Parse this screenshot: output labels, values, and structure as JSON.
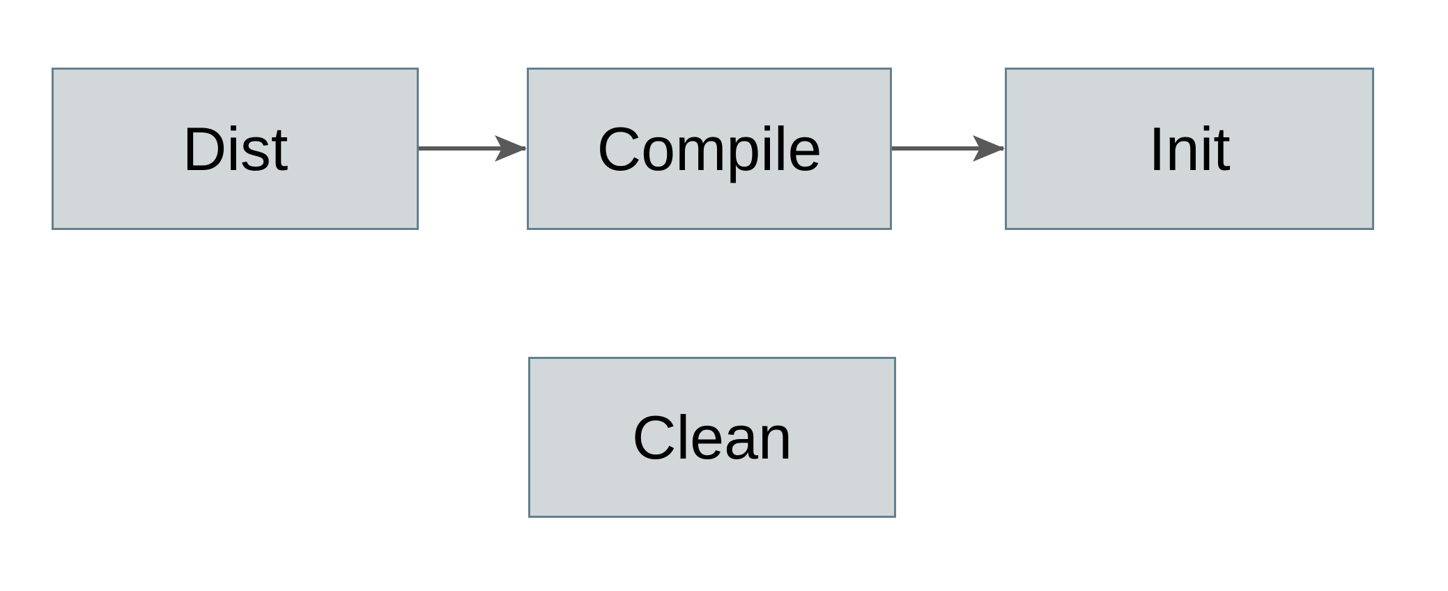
{
  "diagram": {
    "background_color": "#ffffff",
    "node_fill_color": "#d2d8da",
    "node_border_color": "#64808e",
    "arrow_color": "#595959",
    "text_color": "#000000",
    "nodes": [
      {
        "id": "dist",
        "label": "Dist"
      },
      {
        "id": "compile",
        "label": "Compile"
      },
      {
        "id": "init",
        "label": "Init"
      },
      {
        "id": "clean",
        "label": "Clean"
      }
    ],
    "edges": [
      {
        "from": "dist",
        "to": "compile"
      },
      {
        "from": "compile",
        "to": "init"
      }
    ]
  }
}
